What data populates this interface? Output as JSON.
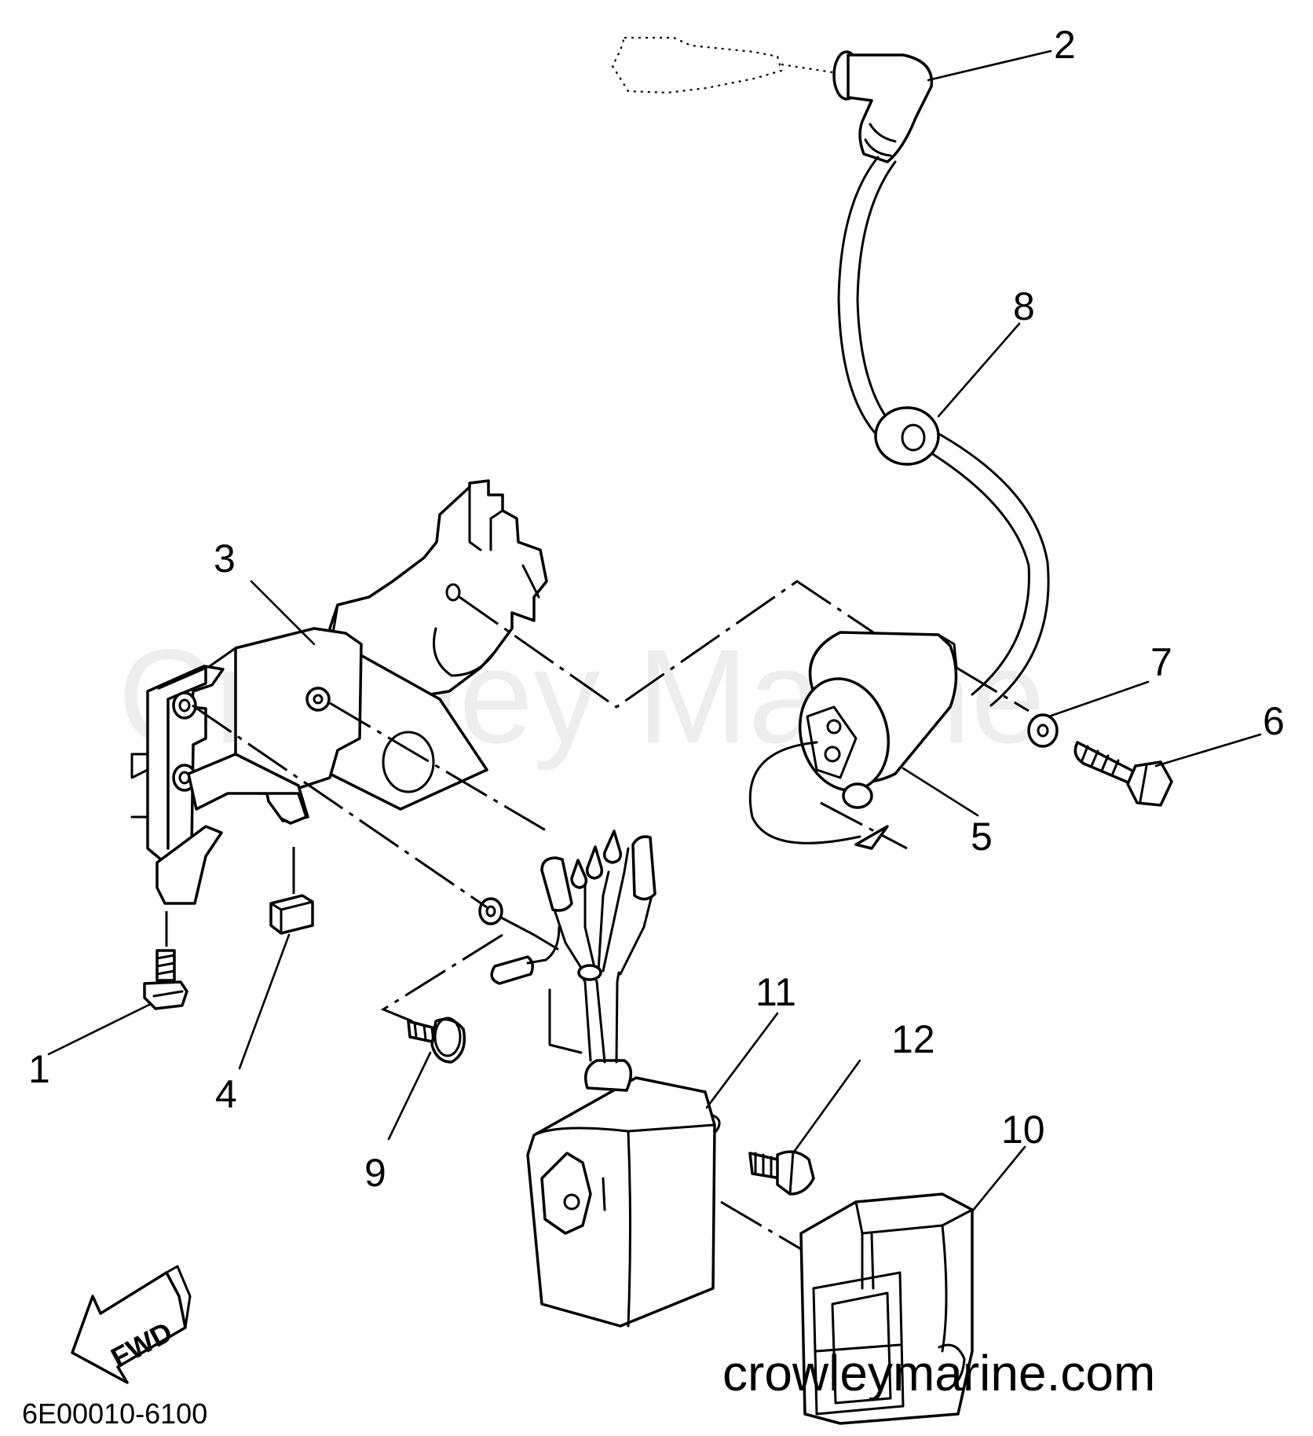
{
  "diagram": {
    "watermark": "Crowley Marine",
    "site": "crowleymarine.com",
    "drawing_number": "6E00010-6100",
    "direction_label": "FWD",
    "callouts": [
      {
        "id": "1",
        "text": "1"
      },
      {
        "id": "2",
        "text": "2"
      },
      {
        "id": "3",
        "text": "3"
      },
      {
        "id": "4",
        "text": "4"
      },
      {
        "id": "5",
        "text": "5"
      },
      {
        "id": "6",
        "text": "6"
      },
      {
        "id": "7",
        "text": "7"
      },
      {
        "id": "8",
        "text": "8"
      },
      {
        "id": "9",
        "text": "9"
      },
      {
        "id": "10",
        "text": "10"
      },
      {
        "id": "11",
        "text": "11"
      },
      {
        "id": "12",
        "text": "12"
      }
    ]
  }
}
